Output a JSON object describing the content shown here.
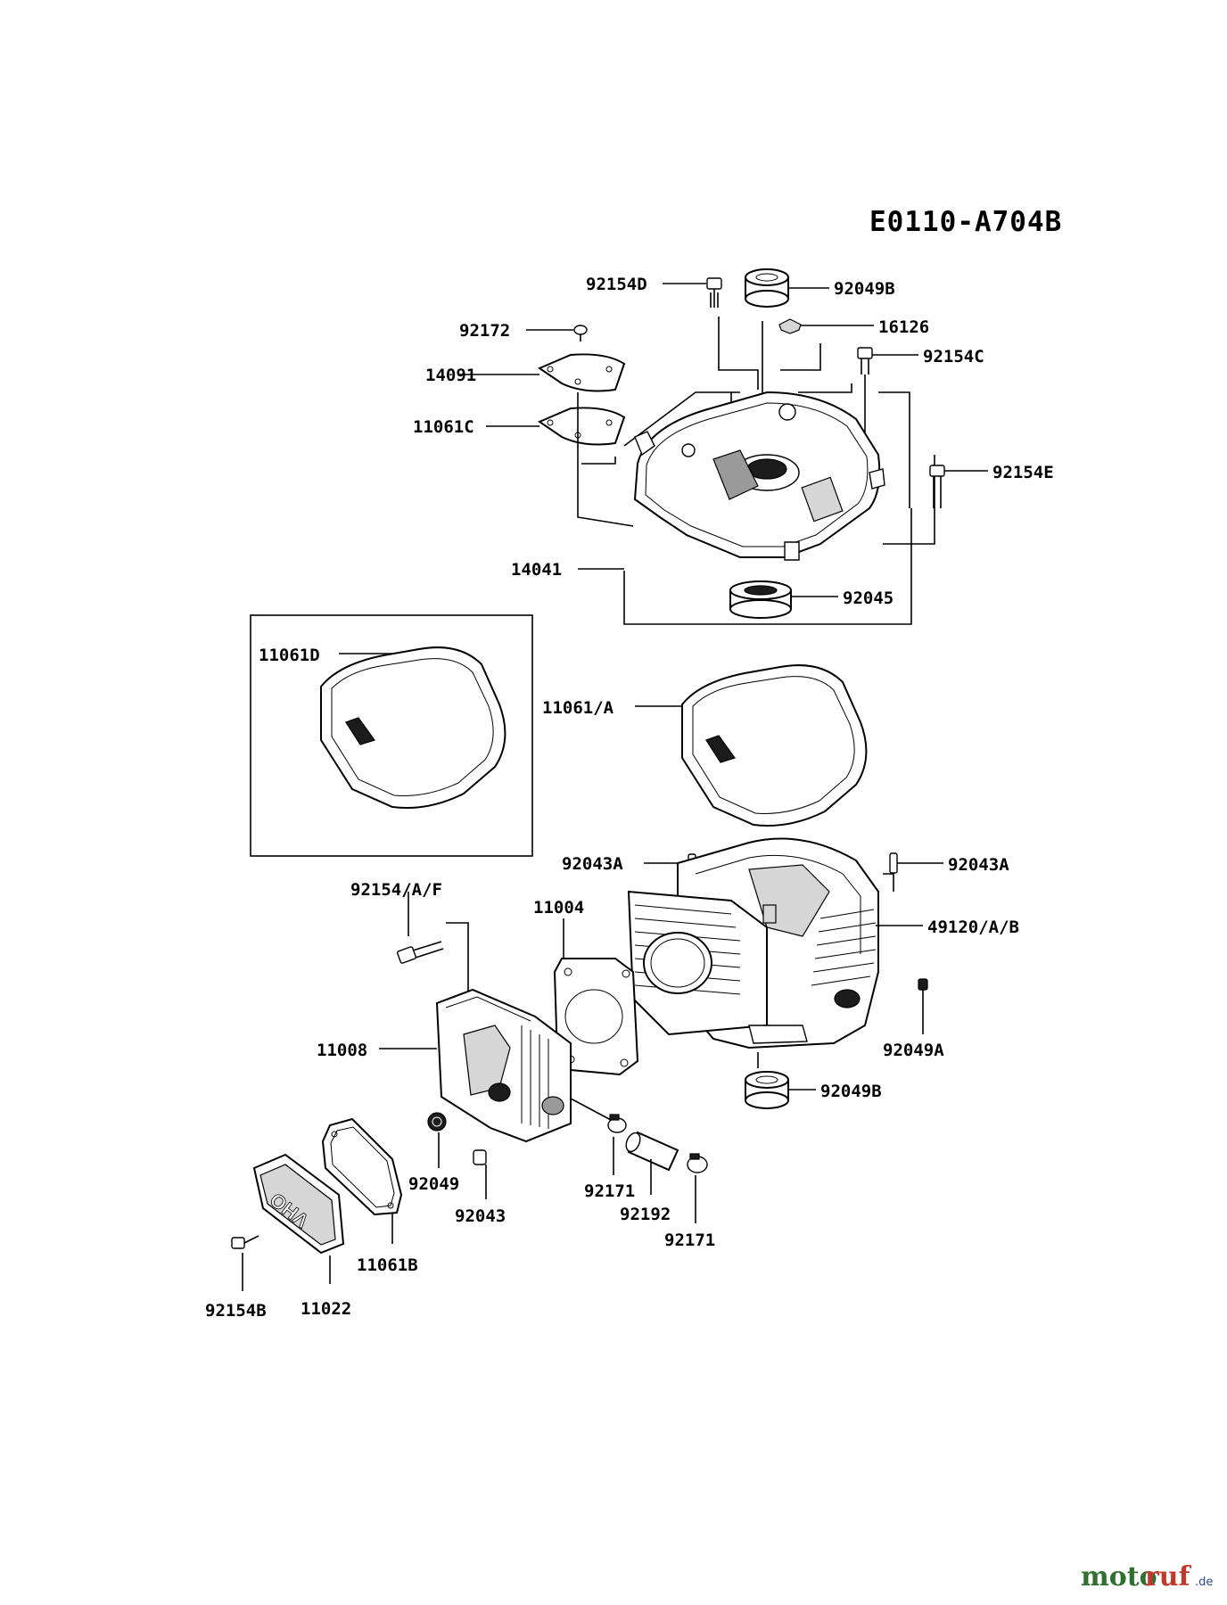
{
  "diagram_code": "E0110-A704B",
  "parts": {
    "p92154D": "92154D",
    "p92049B_top": "92049B",
    "p92172": "92172",
    "p16126": "16126",
    "p92154C": "92154C",
    "p14091": "14091",
    "p11061C": "11061C",
    "p92154E": "92154E",
    "p14041": "14041",
    "p92045": "92045",
    "p11061D": "11061D",
    "p11061A": "11061/A",
    "p92043A_left": "92043A",
    "p92043A_right": "92043A",
    "p92154AF": "92154/A/F",
    "p11004": "11004",
    "p49120AB": "49120/A/B",
    "p11008": "11008",
    "p92049A": "92049A",
    "p92049B_bottom": "92049B",
    "p92049": "92049",
    "p92171_left": "92171",
    "p92192": "92192",
    "p92171_right": "92171",
    "p92043": "92043",
    "p11061B": "11061B",
    "p92154B": "92154B",
    "p11022": "11022"
  },
  "cover_marking": "OHV",
  "watermark": {
    "part1": "moto",
    "part2": "ruf",
    "suffix": ".de"
  }
}
